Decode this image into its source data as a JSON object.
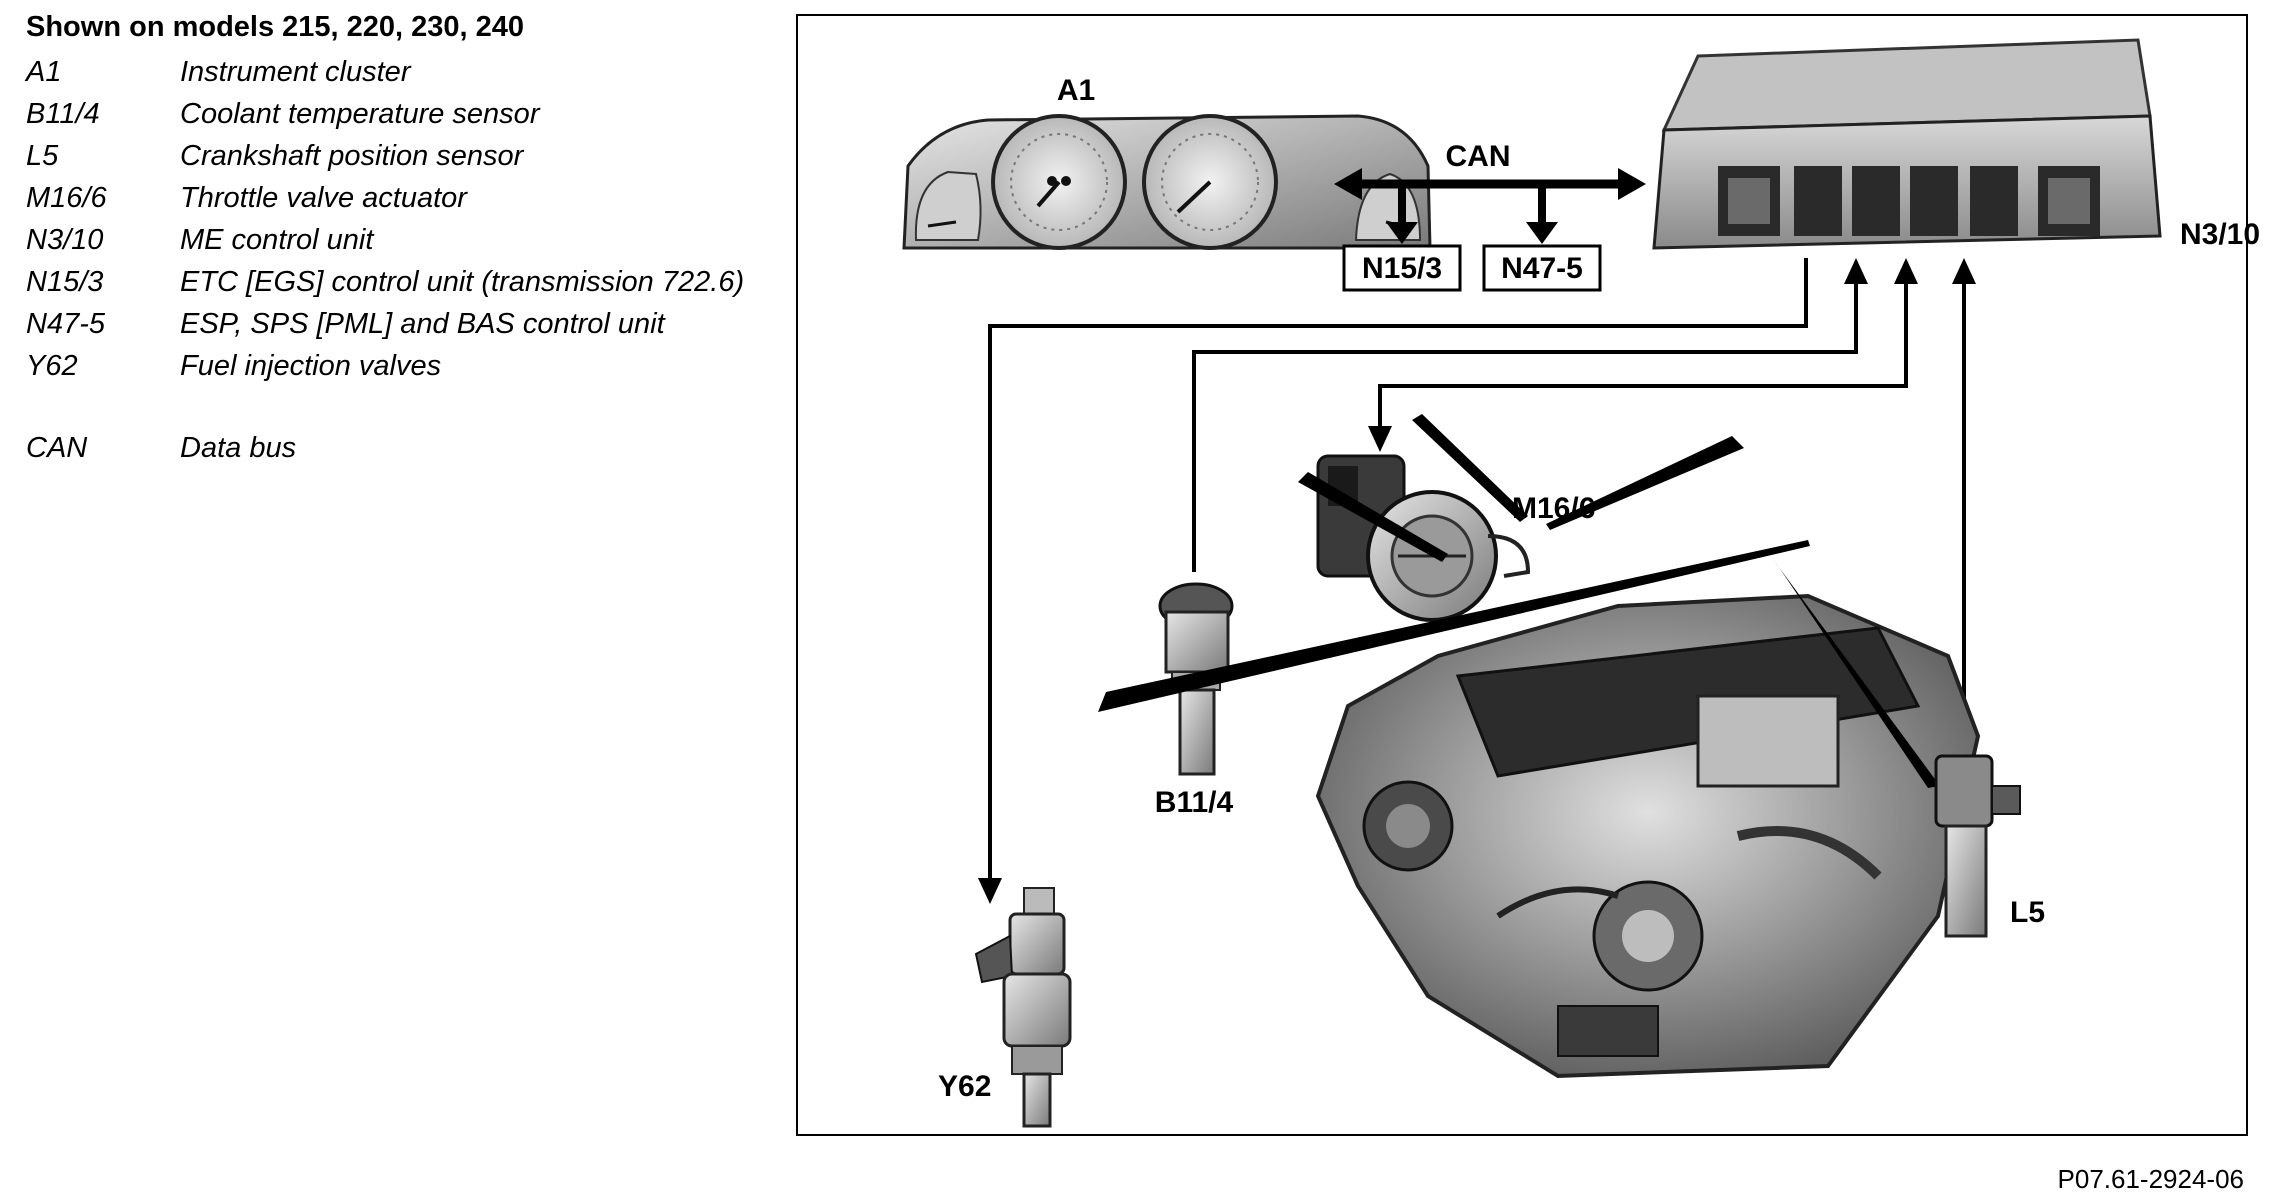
{
  "legend": {
    "title": "Shown on models 215, 220, 230, 240",
    "items": [
      {
        "code": "A1",
        "desc": "Instrument cluster"
      },
      {
        "code": "B11/4",
        "desc": "Coolant temperature sensor"
      },
      {
        "code": "L5",
        "desc": "Crankshaft position sensor"
      },
      {
        "code": "M16/6",
        "desc": "Throttle valve actuator"
      },
      {
        "code": "N3/10",
        "desc": "ME control unit"
      },
      {
        "code": "N15/3",
        "desc": "ETC [EGS] control unit (transmission 722.6)"
      },
      {
        "code": "N47-5",
        "desc": "ESP, SPS [PML] and BAS control unit"
      },
      {
        "code": "Y62",
        "desc": "Fuel injection valves"
      }
    ],
    "extra": {
      "code": "CAN",
      "desc": "Data bus"
    }
  },
  "diagram": {
    "labels": {
      "a1": "A1",
      "can": "CAN",
      "n15_3": "N15/3",
      "n47_5": "N47-5",
      "n3_10": "N3/10",
      "m16_6": "M16/6",
      "b11_4": "B11/4",
      "l5": "L5",
      "y62": "Y62"
    }
  },
  "figure_id": "P07.61-2924-06"
}
